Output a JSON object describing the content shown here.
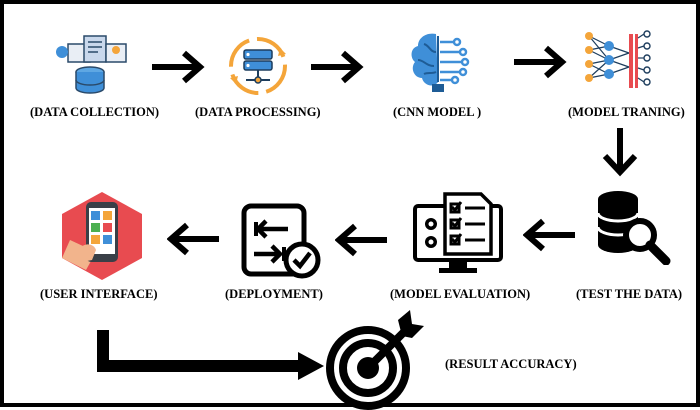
{
  "steps": [
    {
      "label": "(DATA COLLECTION)",
      "icon": "data-collection-icon"
    },
    {
      "label": "(DATA PROCESSING)",
      "icon": "data-processing-icon"
    },
    {
      "label": "(CNN MODEL )",
      "icon": "cnn-brain-icon"
    },
    {
      "label": "(MODEL TRANING)",
      "icon": "neural-network-icon"
    },
    {
      "label": "(TEST THE DATA)",
      "icon": "database-search-icon"
    },
    {
      "label": "(MODEL EVALUATION)",
      "icon": "evaluation-monitor-icon"
    },
    {
      "label": "(DEPLOYMENT)",
      "icon": "deployment-icon"
    },
    {
      "label": "(USER INTERFACE)",
      "icon": "mobile-app-icon"
    },
    {
      "label": "(RESULT ACCURACY)",
      "icon": "target-icon"
    }
  ],
  "colors": {
    "accent_blue": "#3f8fd8",
    "accent_orange": "#f4a53a",
    "accent_red": "#e84b50",
    "ink": "#000000"
  }
}
